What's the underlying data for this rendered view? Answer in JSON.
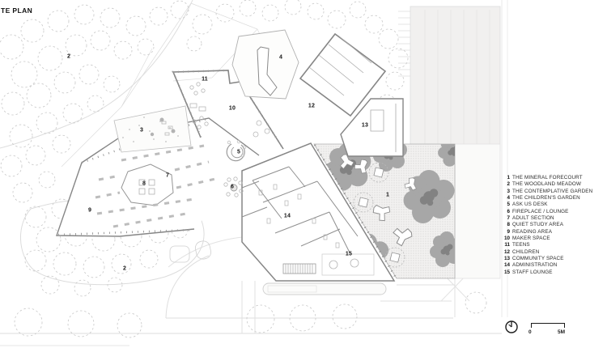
{
  "title": "TE PLAN",
  "legend": {
    "items": [
      {
        "num": "1",
        "label": "THE MINERAL FORECOURT"
      },
      {
        "num": "2",
        "label": "THE WOODLAND MEADOW"
      },
      {
        "num": "3",
        "label": "THE CONTEMPLATIVE GARDEN"
      },
      {
        "num": "4",
        "label": "THE CHILDREN'S GARDEN"
      },
      {
        "num": "5",
        "label": "ASK US DESK"
      },
      {
        "num": "6",
        "label": "FIREPLACE / LOUNGE"
      },
      {
        "num": "7",
        "label": "ADULT SECTION"
      },
      {
        "num": "8",
        "label": "QUIET STUDY AREA"
      },
      {
        "num": "9",
        "label": "READING AREA"
      },
      {
        "num": "10",
        "label": "MAKER SPACE"
      },
      {
        "num": "11",
        "label": "TEENS"
      },
      {
        "num": "12",
        "label": "CHILDREN"
      },
      {
        "num": "13",
        "label": "COMMUNITY SPACE"
      },
      {
        "num": "14",
        "label": "ADMINISTRATION"
      },
      {
        "num": "15",
        "label": "STAFF LOUNGE"
      }
    ]
  },
  "plan_markers": [
    "2",
    "4",
    "11",
    "10",
    "12",
    "13",
    "3",
    "5",
    "7",
    "8",
    "6",
    "1",
    "9",
    "14",
    "15",
    "2"
  ],
  "scale": {
    "zero_label": "0",
    "max_label": "5M"
  },
  "colors": {
    "canopy_gray": "#a7a7a7",
    "canopy_dark": "#828282",
    "hatch_dot": "#c6c5c4",
    "wall": "#868686",
    "tree_stroke": "#c8c8c8",
    "road": "#dedede",
    "label": "#111111"
  }
}
